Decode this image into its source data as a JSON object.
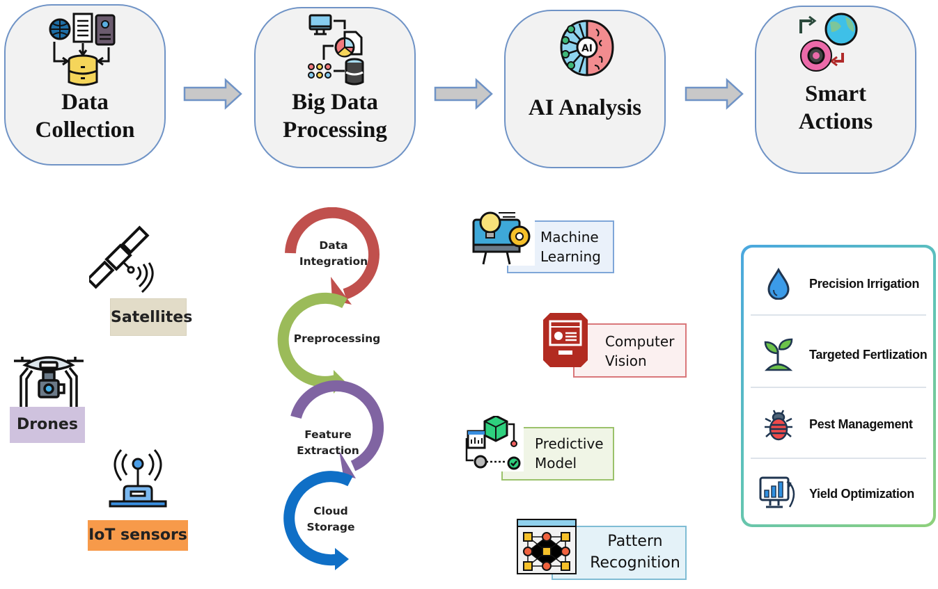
{
  "pipeline": {
    "stages": [
      {
        "title_line1": "Data",
        "title_line2": "Collection",
        "icon": "data-sources-to-database-icon"
      },
      {
        "title_line1": "Big Data",
        "title_line2": "Processing",
        "icon": "data-processing-network-icon"
      },
      {
        "title_line1": "AI Analysis",
        "title_line2": "",
        "icon": "ai-brain-icon"
      },
      {
        "title_line1": "Smart",
        "title_line2": "Actions",
        "icon": "globe-gear-cycle-icon"
      }
    ],
    "arrow_icon": "right-arrow-icon"
  },
  "data_sources": [
    {
      "label": "Satellites",
      "icon": "satellite-icon",
      "color": "#e2dcc8"
    },
    {
      "label": "Drones",
      "icon": "drone-icon",
      "color": "#cfc2de"
    },
    {
      "label": "IoT sensors",
      "icon": "iot-antenna-icon",
      "color": "#f79a4a"
    }
  ],
  "processing_steps": [
    {
      "line1": "Data",
      "line2": "Integration",
      "color": "#c0504d"
    },
    {
      "line1": "Preprocessing",
      "line2": "",
      "color": "#9bbb59"
    },
    {
      "line1": "Feature",
      "line2": "Extraction",
      "color": "#8064a2"
    },
    {
      "line1": "Cloud",
      "line2": "Storage",
      "color": "#0f6fc6"
    }
  ],
  "ai_techniques": [
    {
      "line1": "Machine",
      "line2": "Learning",
      "icon": "ml-lightbulb-gear-icon",
      "border": "#7ea6d8",
      "fill": "#eaf1fa"
    },
    {
      "line1": "Computer",
      "line2": "Vision",
      "icon": "computer-vision-monitor-icon",
      "border": "#d9777a",
      "fill": "#fbf0f0"
    },
    {
      "line1": "Predictive",
      "line2": "Model",
      "icon": "predictive-model-cube-icon",
      "border": "#9bc26b",
      "fill": "#f0f5e6"
    },
    {
      "line1": "Pattern",
      "line2": "Recognition",
      "icon": "pattern-network-icon",
      "border": "#7fbcd4",
      "fill": "#e4f2f8"
    }
  ],
  "smart_actions": [
    {
      "label": "Precision Irrigation",
      "icon": "water-drop-icon"
    },
    {
      "label": "Targeted Fertlization",
      "icon": "sprout-icon"
    },
    {
      "label": "Pest Management",
      "icon": "bug-icon"
    },
    {
      "label": "Yield Optimization",
      "icon": "yield-chart-monitor-icon"
    }
  ]
}
